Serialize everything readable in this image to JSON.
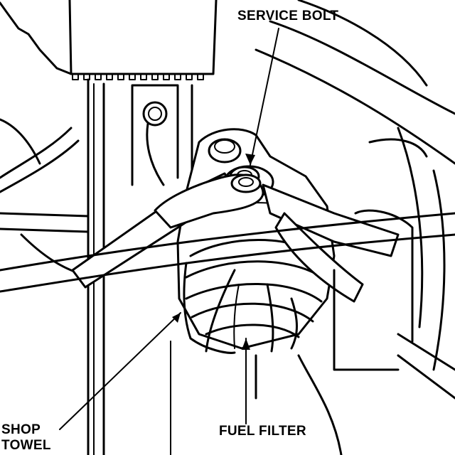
{
  "labels": {
    "service_bolt": "SERVICE BOLT",
    "shop_towel_line1": "SHOP",
    "shop_towel_line2": "TOWEL",
    "fuel_filter": "FUEL FILTER"
  },
  "colors": {
    "line": "#000000",
    "background": "#ffffff"
  }
}
